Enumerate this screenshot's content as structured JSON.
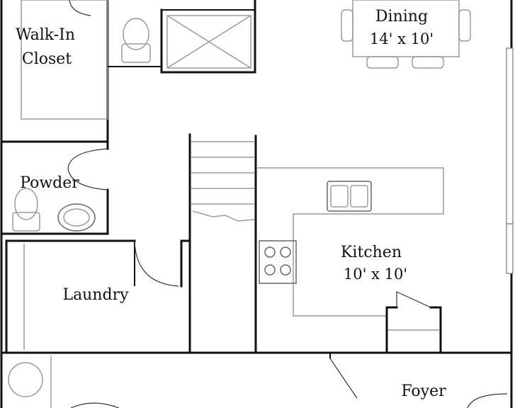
{
  "rooms": {
    "walk_in_closet": {
      "line1": "Walk-In",
      "line2": "Closet"
    },
    "dining": {
      "name": "Dining",
      "dimensions": "14' x 10'"
    },
    "powder": {
      "name": "Powder"
    },
    "kitchen": {
      "name": "Kitchen",
      "dimensions": "10' x 10'"
    },
    "laundry": {
      "name": "Laundry"
    },
    "foyer": {
      "name": "Foyer"
    }
  },
  "colors": {
    "wall": "#111111",
    "fixture": "#9a9a9a",
    "background": "#ffffff"
  }
}
